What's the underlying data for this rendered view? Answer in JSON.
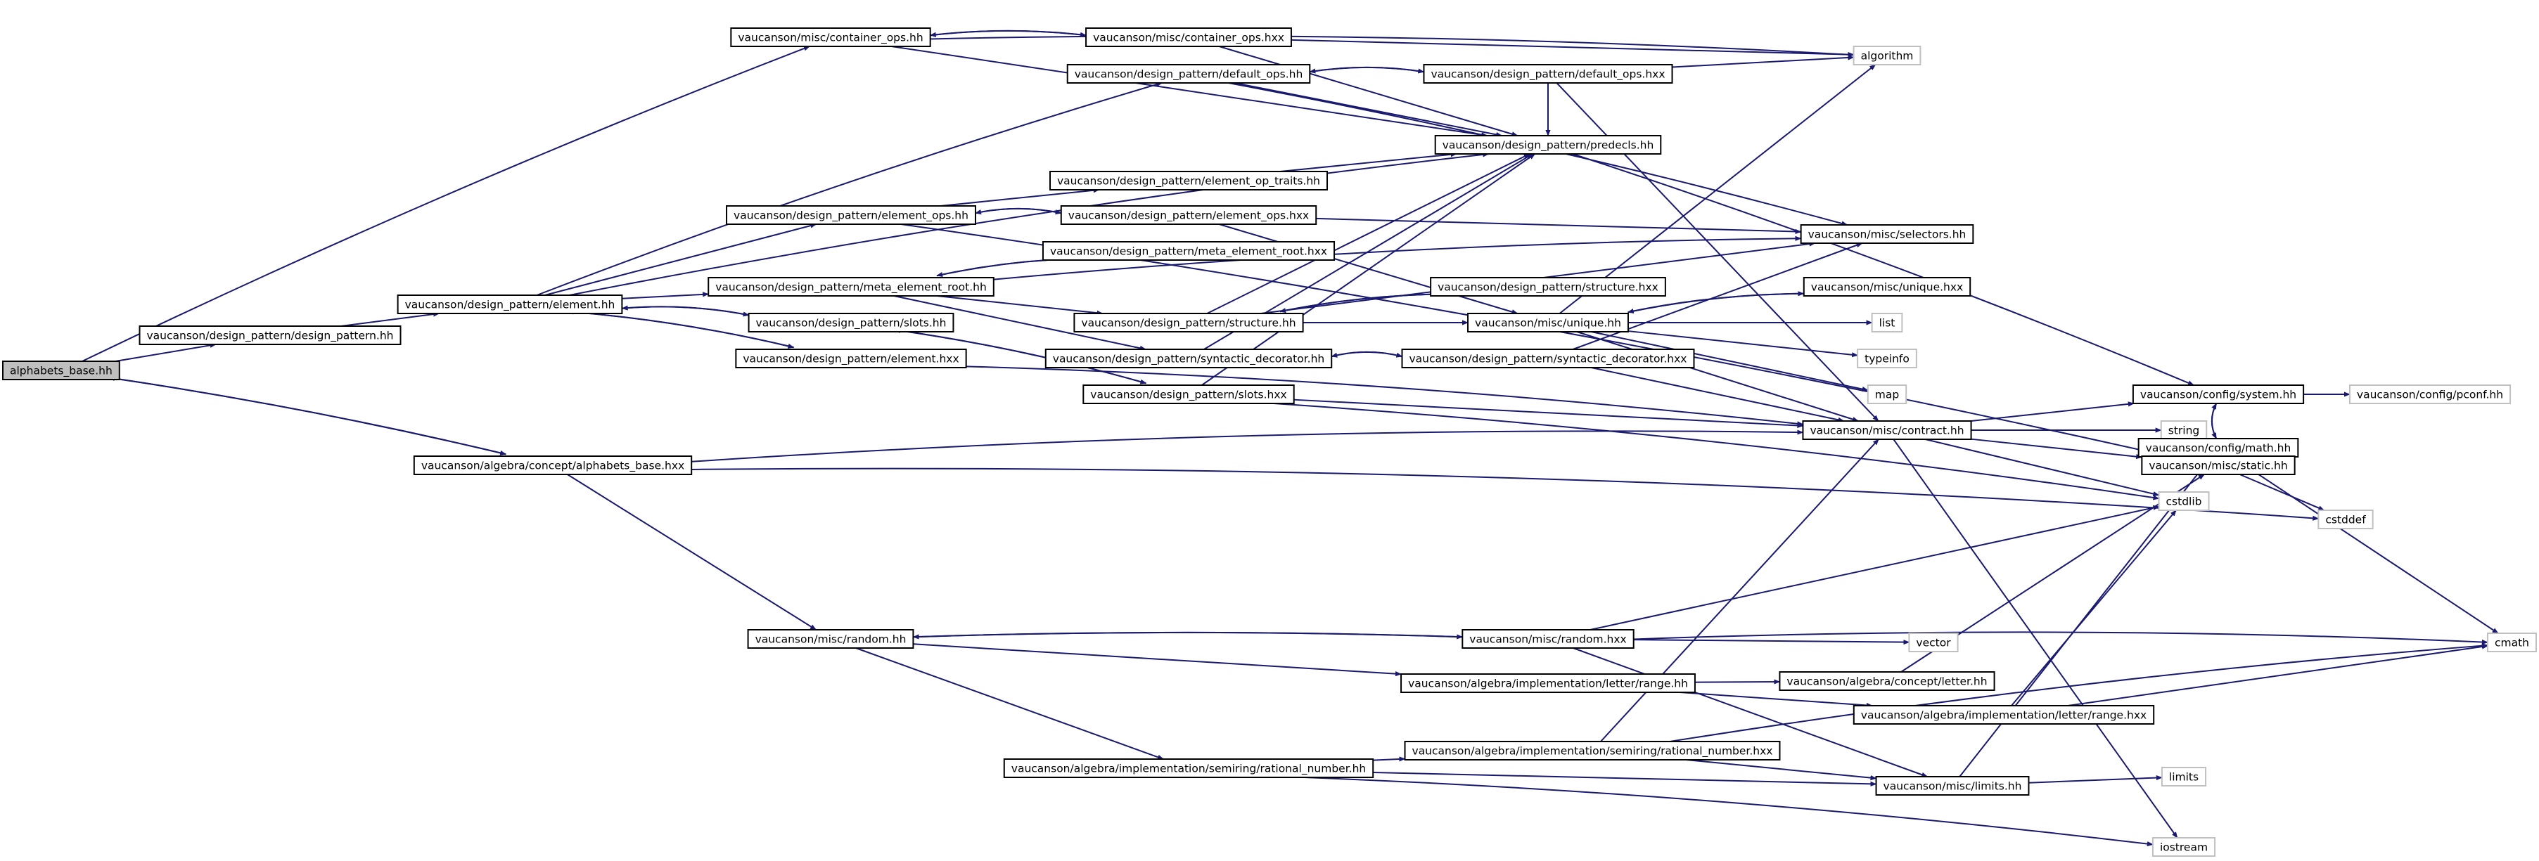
{
  "graph": {
    "nodes": [
      {
        "id": "alphabets_base_hh",
        "label": "alphabets_base.hh",
        "kind": "root"
      },
      {
        "id": "container_ops_hh",
        "label": "vaucanson/misc/container_ops.hh",
        "kind": "file"
      },
      {
        "id": "container_ops_hxx",
        "label": "vaucanson/misc/container_ops.hxx",
        "kind": "file"
      },
      {
        "id": "algorithm",
        "label": "algorithm",
        "kind": "system"
      },
      {
        "id": "default_ops_hh",
        "label": "vaucanson/design_pattern/default_ops.hh",
        "kind": "file"
      },
      {
        "id": "default_ops_hxx",
        "label": "vaucanson/design_pattern/default_ops.hxx",
        "kind": "file"
      },
      {
        "id": "predecls_hh",
        "label": "vaucanson/design_pattern/predecls.hh",
        "kind": "file"
      },
      {
        "id": "element_op_traits_hh",
        "label": "vaucanson/design_pattern/element_op_traits.hh",
        "kind": "file"
      },
      {
        "id": "element_ops_hh",
        "label": "vaucanson/design_pattern/element_ops.hh",
        "kind": "file"
      },
      {
        "id": "element_ops_hxx",
        "label": "vaucanson/design_pattern/element_ops.hxx",
        "kind": "file"
      },
      {
        "id": "selectors_hh",
        "label": "vaucanson/misc/selectors.hh",
        "kind": "file"
      },
      {
        "id": "meta_element_root_hxx",
        "label": "vaucanson/design_pattern/meta_element_root.hxx",
        "kind": "file"
      },
      {
        "id": "meta_element_root_hh",
        "label": "vaucanson/design_pattern/meta_element_root.hh",
        "kind": "file"
      },
      {
        "id": "structure_hxx",
        "label": "vaucanson/design_pattern/structure.hxx",
        "kind": "file"
      },
      {
        "id": "unique_hxx",
        "label": "vaucanson/misc/unique.hxx",
        "kind": "file"
      },
      {
        "id": "element_hh",
        "label": "vaucanson/design_pattern/element.hh",
        "kind": "file"
      },
      {
        "id": "slots_hh",
        "label": "vaucanson/design_pattern/slots.hh",
        "kind": "file"
      },
      {
        "id": "structure_hh",
        "label": "vaucanson/design_pattern/structure.hh",
        "kind": "file"
      },
      {
        "id": "unique_hh",
        "label": "vaucanson/misc/unique.hh",
        "kind": "file"
      },
      {
        "id": "list",
        "label": "list",
        "kind": "system"
      },
      {
        "id": "design_pattern_hh",
        "label": "vaucanson/design_pattern/design_pattern.hh",
        "kind": "file"
      },
      {
        "id": "typeinfo",
        "label": "typeinfo",
        "kind": "system"
      },
      {
        "id": "element_hxx",
        "label": "vaucanson/design_pattern/element.hxx",
        "kind": "file"
      },
      {
        "id": "syntactic_decorator_hh",
        "label": "vaucanson/design_pattern/syntactic_decorator.hh",
        "kind": "file"
      },
      {
        "id": "syntactic_decorator_hxx",
        "label": "vaucanson/design_pattern/syntactic_decorator.hxx",
        "kind": "file"
      },
      {
        "id": "slots_hxx",
        "label": "vaucanson/design_pattern/slots.hxx",
        "kind": "file"
      },
      {
        "id": "map",
        "label": "map",
        "kind": "system"
      },
      {
        "id": "system_hh",
        "label": "vaucanson/config/system.hh",
        "kind": "file"
      },
      {
        "id": "pconf_hh",
        "label": "vaucanson/config/pconf.hh",
        "kind": "system"
      },
      {
        "id": "contract_hh",
        "label": "vaucanson/misc/contract.hh",
        "kind": "file"
      },
      {
        "id": "string",
        "label": "string",
        "kind": "system"
      },
      {
        "id": "math_hh",
        "label": "vaucanson/config/math.hh",
        "kind": "file"
      },
      {
        "id": "alphabets_base_hxx",
        "label": "vaucanson/algebra/concept/alphabets_base.hxx",
        "kind": "file"
      },
      {
        "id": "static_hh",
        "label": "vaucanson/misc/static.hh",
        "kind": "file"
      },
      {
        "id": "cstdlib",
        "label": "cstdlib",
        "kind": "system"
      },
      {
        "id": "cstddef",
        "label": "cstddef",
        "kind": "system"
      },
      {
        "id": "random_hh",
        "label": "vaucanson/misc/random.hh",
        "kind": "file"
      },
      {
        "id": "random_hxx",
        "label": "vaucanson/misc/random.hxx",
        "kind": "file"
      },
      {
        "id": "vector",
        "label": "vector",
        "kind": "system"
      },
      {
        "id": "cmath",
        "label": "cmath",
        "kind": "system"
      },
      {
        "id": "letter_range_hh",
        "label": "vaucanson/algebra/implementation/letter/range.hh",
        "kind": "file"
      },
      {
        "id": "concept_letter_hh",
        "label": "vaucanson/algebra/concept/letter.hh",
        "kind": "file"
      },
      {
        "id": "letter_range_hxx",
        "label": "vaucanson/algebra/implementation/letter/range.hxx",
        "kind": "file"
      },
      {
        "id": "rational_number_hxx",
        "label": "vaucanson/algebra/implementation/semiring/rational_number.hxx",
        "kind": "file"
      },
      {
        "id": "rational_number_hh",
        "label": "vaucanson/algebra/implementation/semiring/rational_number.hh",
        "kind": "file"
      },
      {
        "id": "limits_hh",
        "label": "vaucanson/misc/limits.hh",
        "kind": "file"
      },
      {
        "id": "limits",
        "label": "limits",
        "kind": "system"
      },
      {
        "id": "iostream",
        "label": "iostream",
        "kind": "system"
      }
    ],
    "edges": [
      [
        "alphabets_base_hh",
        "container_ops_hh"
      ],
      [
        "alphabets_base_hh",
        "design_pattern_hh"
      ],
      [
        "alphabets_base_hh",
        "alphabets_base_hxx"
      ],
      [
        "alphabets_base_hxx",
        "alphabets_base_hh"
      ],
      [
        "container_ops_hh",
        "container_ops_hxx"
      ],
      [
        "container_ops_hxx",
        "container_ops_hh"
      ],
      [
        "container_ops_hh",
        "algorithm"
      ],
      [
        "container_ops_hh",
        "predecls_hh"
      ],
      [
        "container_ops_hxx",
        "algorithm"
      ],
      [
        "container_ops_hxx",
        "predecls_hh"
      ],
      [
        "default_ops_hh",
        "default_ops_hxx"
      ],
      [
        "default_ops_hxx",
        "default_ops_hh"
      ],
      [
        "default_ops_hh",
        "predecls_hh"
      ],
      [
        "default_ops_hh",
        "selectors_hh"
      ],
      [
        "default_ops_hxx",
        "algorithm"
      ],
      [
        "default_ops_hxx",
        "contract_hh"
      ],
      [
        "default_ops_hxx",
        "predecls_hh"
      ],
      [
        "predecls_hh",
        "system_hh"
      ],
      [
        "design_pattern_hh",
        "element_hh"
      ],
      [
        "element_hh",
        "default_ops_hh"
      ],
      [
        "element_hh",
        "predecls_hh"
      ],
      [
        "element_hh",
        "element_ops_hh"
      ],
      [
        "element_hh",
        "meta_element_root_hh"
      ],
      [
        "element_hh",
        "slots_hh"
      ],
      [
        "element_hh",
        "element_hxx"
      ],
      [
        "element_hxx",
        "element_hh"
      ],
      [
        "element_hxx",
        "contract_hh"
      ],
      [
        "element_op_traits_hh",
        "predecls_hh"
      ],
      [
        "element_ops_hh",
        "element_op_traits_hh"
      ],
      [
        "element_ops_hh",
        "element_ops_hxx"
      ],
      [
        "element_ops_hxx",
        "element_ops_hh"
      ],
      [
        "element_ops_hh",
        "static_hh"
      ],
      [
        "element_ops_hxx",
        "selectors_hh"
      ],
      [
        "element_ops_hxx",
        "unique_hh"
      ],
      [
        "meta_element_root_hh",
        "meta_element_root_hxx"
      ],
      [
        "meta_element_root_hxx",
        "meta_element_root_hh"
      ],
      [
        "meta_element_root_hh",
        "structure_hh"
      ],
      [
        "meta_element_root_hh",
        "syntactic_decorator_hh"
      ],
      [
        "meta_element_root_hh",
        "selectors_hh"
      ],
      [
        "slots_hh",
        "slots_hxx"
      ],
      [
        "slots_hxx",
        "slots_hh"
      ],
      [
        "slots_hh",
        "element_hh"
      ],
      [
        "slots_hxx",
        "contract_hh"
      ],
      [
        "slots_hxx",
        "cstdlib"
      ],
      [
        "slots_hxx",
        "predecls_hh"
      ],
      [
        "structure_hh",
        "structure_hxx"
      ],
      [
        "structure_hxx",
        "structure_hh"
      ],
      [
        "structure_hh",
        "predecls_hh"
      ],
      [
        "structure_hh",
        "unique_hh"
      ],
      [
        "structure_hh",
        "selectors_hh"
      ],
      [
        "syntactic_decorator_hh",
        "syntactic_decorator_hxx"
      ],
      [
        "syntactic_decorator_hxx",
        "syntactic_decorator_hh"
      ],
      [
        "syntactic_decorator_hh",
        "predecls_hh"
      ],
      [
        "syntactic_decorator_hxx",
        "contract_hh"
      ],
      [
        "syntactic_decorator_hxx",
        "selectors_hh"
      ],
      [
        "unique_hh",
        "unique_hxx"
      ],
      [
        "unique_hxx",
        "unique_hh"
      ],
      [
        "unique_hh",
        "algorithm"
      ],
      [
        "unique_hh",
        "list"
      ],
      [
        "unique_hh",
        "typeinfo"
      ],
      [
        "unique_hh",
        "map"
      ],
      [
        "unique_hh",
        "contract_hh"
      ],
      [
        "contract_hh",
        "system_hh"
      ],
      [
        "contract_hh",
        "string"
      ],
      [
        "contract_hh",
        "static_hh"
      ],
      [
        "contract_hh",
        "cstdlib"
      ],
      [
        "contract_hh",
        "iostream"
      ],
      [
        "system_hh",
        "pconf_hh"
      ],
      [
        "system_hh",
        "math_hh"
      ],
      [
        "math_hh",
        "system_hh"
      ],
      [
        "math_hh",
        "cmath"
      ],
      [
        "static_hh",
        "cstddef"
      ],
      [
        "alphabets_base_hxx",
        "contract_hh"
      ],
      [
        "alphabets_base_hxx",
        "cstddef"
      ],
      [
        "alphabets_base_hxx",
        "random_hh"
      ],
      [
        "random_hh",
        "random_hxx"
      ],
      [
        "random_hxx",
        "random_hh"
      ],
      [
        "random_hxx",
        "cstdlib"
      ],
      [
        "random_hxx",
        "vector"
      ],
      [
        "random_hxx",
        "cmath"
      ],
      [
        "random_hxx",
        "limits_hh"
      ],
      [
        "random_hh",
        "letter_range_hh"
      ],
      [
        "random_hh",
        "rational_number_hh"
      ],
      [
        "letter_range_hh",
        "concept_letter_hh"
      ],
      [
        "letter_range_hh",
        "letter_range_hxx"
      ],
      [
        "concept_letter_hh",
        "static_hh"
      ],
      [
        "letter_range_hxx",
        "cmath"
      ],
      [
        "letter_range_hxx",
        "cstdlib"
      ],
      [
        "rational_number_hh",
        "rational_number_hxx"
      ],
      [
        "rational_number_hh",
        "limits_hh"
      ],
      [
        "rational_number_hh",
        "iostream"
      ],
      [
        "rational_number_hxx",
        "contract_hh"
      ],
      [
        "rational_number_hxx",
        "cmath"
      ],
      [
        "rational_number_hxx",
        "limits_hh"
      ],
      [
        "limits_hh",
        "limits"
      ],
      [
        "limits_hh",
        "math_hh"
      ]
    ]
  }
}
